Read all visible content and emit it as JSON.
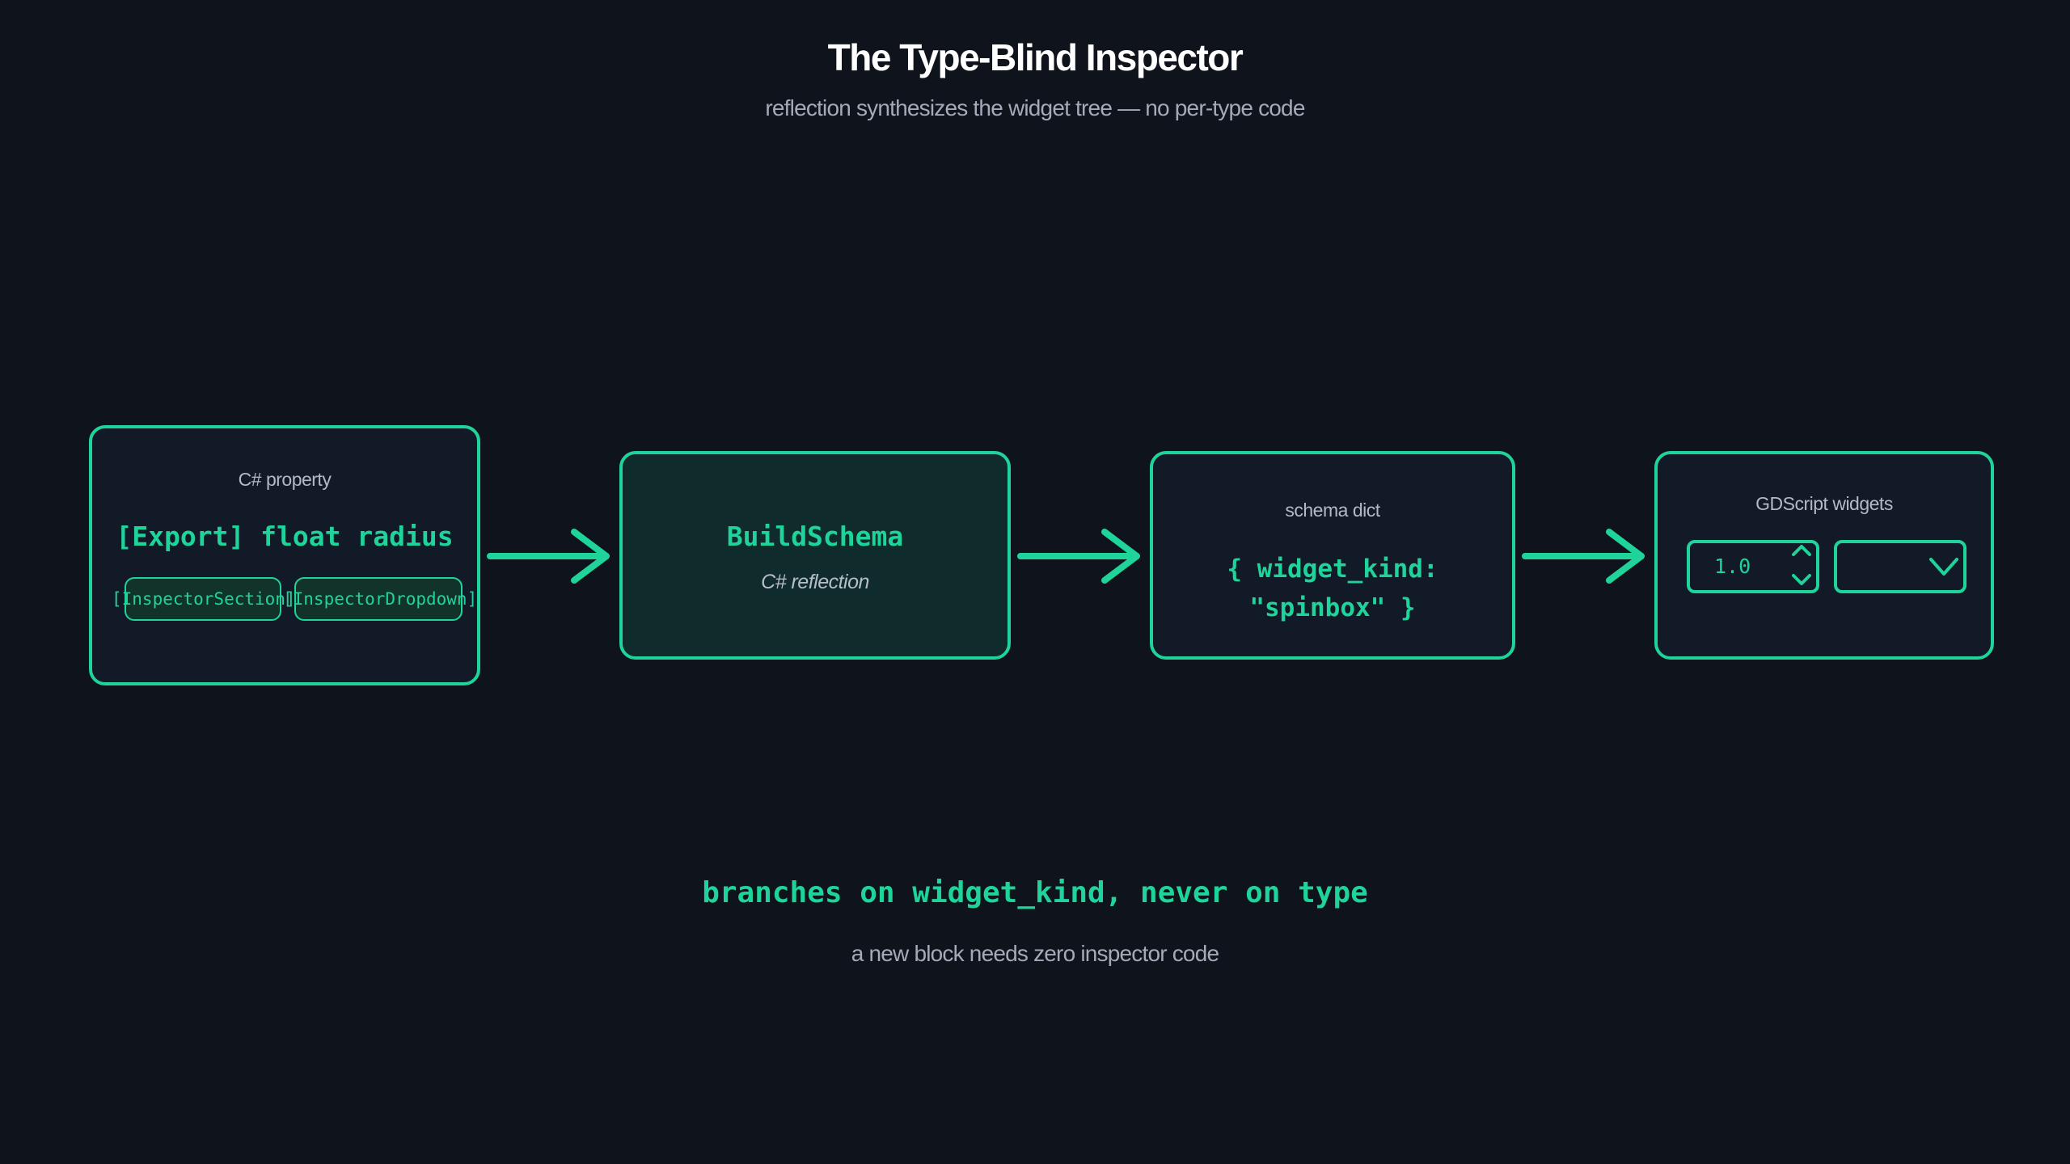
{
  "header": {
    "title": "The Type-Blind Inspector",
    "subtitle": "reflection synthesizes the widget tree — no per-type code"
  },
  "nodes": {
    "property": {
      "caption": "C# property",
      "code": "[Export] float radius",
      "attributes": [
        "[InspectorSection]",
        "[InspectorDropdown]"
      ]
    },
    "build": {
      "title": "BuildSchema",
      "caption": "C# reflection"
    },
    "schema": {
      "caption": "schema dict",
      "code_line1": "{ widget_kind:",
      "code_line2": "\"spinbox\" }"
    },
    "widgets": {
      "caption": "GDScript widgets",
      "spinbox_value": "1.0"
    }
  },
  "footer": {
    "main": "branches on widget_kind, never on type",
    "sub": "a new block needs zero inspector code"
  },
  "colors": {
    "accent": "#1fd49a",
    "background": "#0f131c",
    "box_fill": "#121927",
    "highlight_fill": "#0f2b2c"
  }
}
